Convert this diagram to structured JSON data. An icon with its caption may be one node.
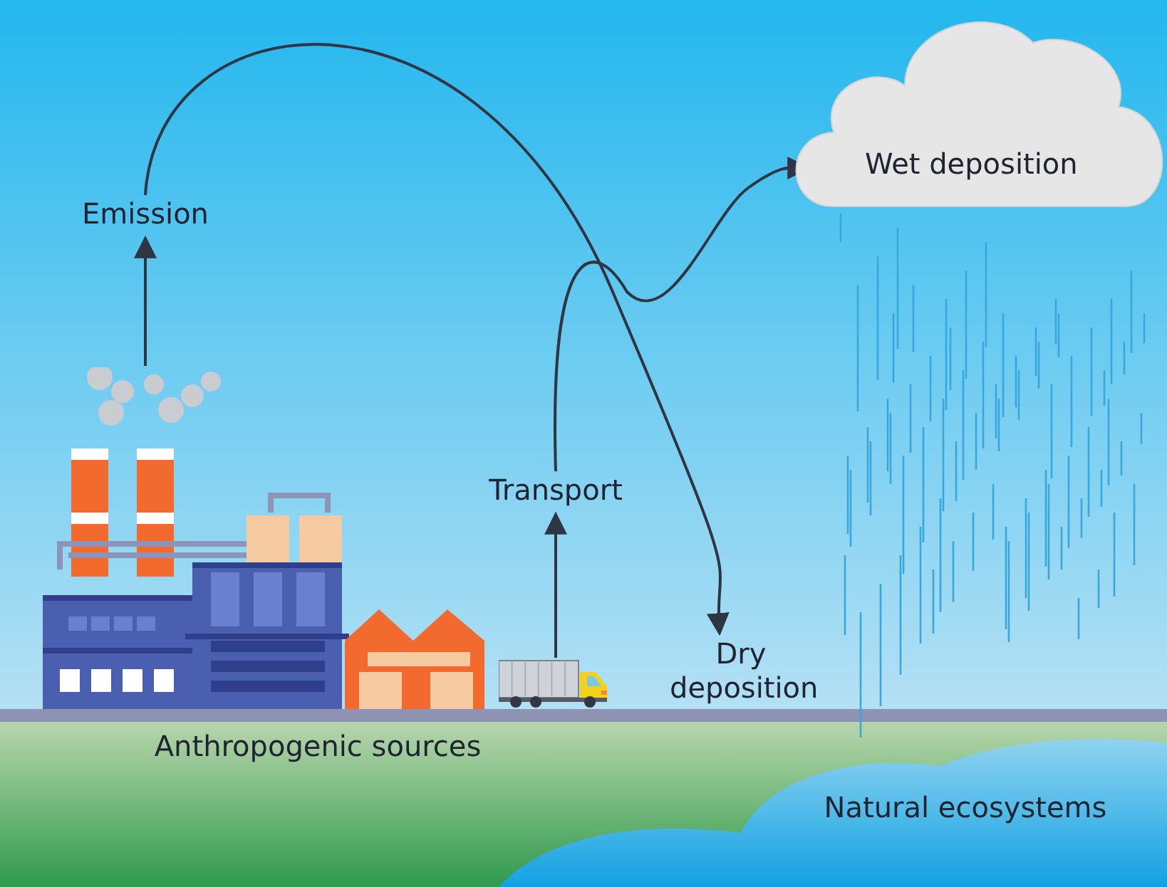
{
  "diagram": {
    "nodes": [
      {
        "text": [],
        "shape": "picture"
      },
      {
        "text": [
          "Emission"
        ]
      },
      {
        "text": [],
        "shape": "picture"
      },
      {
        "text": [
          "Transport"
        ]
      },
      {
        "text": [
          "Wet deposition"
        ]
      },
      {
        "text": [
          "Dry deposition"
        ]
      },
      {
        "text": [
          "Anthropogenic sources"
        ]
      },
      {
        "text": [
          "Natural ecosystems"
        ]
      }
    ],
    "edges": [
      {
        "from": 0,
        "to": 1,
        "arrow": "to"
      },
      {
        "from": 1,
        "to": 5,
        "arrow": "to"
      },
      {
        "from": 2,
        "to": 3,
        "arrow": "to"
      },
      {
        "from": 3,
        "to": 4,
        "arrow": "to"
      }
    ]
  }
}
